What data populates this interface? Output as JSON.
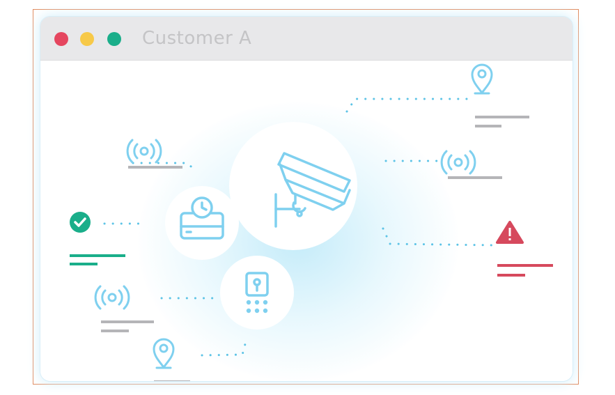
{
  "window": {
    "title": "Customer A",
    "controls": {
      "close_color": "#e5465f",
      "minimize_color": "#f7c948",
      "maximize_color": "#1aae8a"
    }
  },
  "colors": {
    "accent": "#7fd0ef",
    "line_gray": "#b5b5b8",
    "success": "#1aae8a",
    "alert": "#d6495d"
  },
  "nodes": [
    {
      "icon": "security-camera-icon",
      "role": "hub"
    },
    {
      "icon": "time-clock-device-icon",
      "role": "device"
    },
    {
      "icon": "access-keypad-icon",
      "role": "device"
    }
  ],
  "satellites": [
    {
      "icon": "location-pin-icon",
      "status": "normal"
    },
    {
      "icon": "wireless-signal-icon",
      "status": "normal"
    },
    {
      "icon": "alert-warning-icon",
      "status": "alert"
    },
    {
      "icon": "wireless-signal-icon",
      "status": "normal"
    },
    {
      "icon": "check-circle-icon",
      "status": "success"
    },
    {
      "icon": "wireless-signal-icon",
      "status": "normal"
    },
    {
      "icon": "location-pin-icon",
      "status": "normal"
    }
  ]
}
